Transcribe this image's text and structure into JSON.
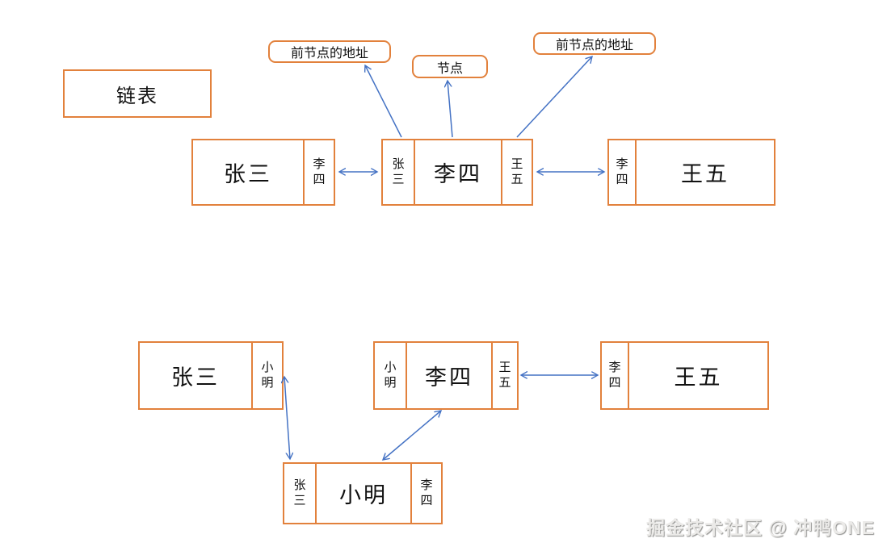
{
  "title": {
    "label": "链表"
  },
  "annotations": {
    "prev_addr_left": "前节点的地址",
    "node_label": "节点",
    "prev_addr_right": "前节点的地址"
  },
  "colors": {
    "box_border": "#e2813c",
    "arrow": "#4472c4",
    "text": "#111111",
    "watermark": "#ebeae8"
  },
  "diagram1": {
    "nodes": [
      {
        "value": "张三",
        "next": "李四"
      },
      {
        "prev": "张三",
        "value": "李四",
        "next": "王五"
      },
      {
        "prev": "李四",
        "value": "王五"
      }
    ]
  },
  "diagram2": {
    "nodes": [
      {
        "value": "张三",
        "next": "小明"
      },
      {
        "prev": "小明",
        "value": "李四",
        "next": "王五"
      },
      {
        "prev": "李四",
        "value": "王五"
      },
      {
        "prev": "张三",
        "value": "小明",
        "next": "李四"
      }
    ]
  },
  "watermark": {
    "text": "掘金技术社区 @ 冲鸭ONE"
  }
}
